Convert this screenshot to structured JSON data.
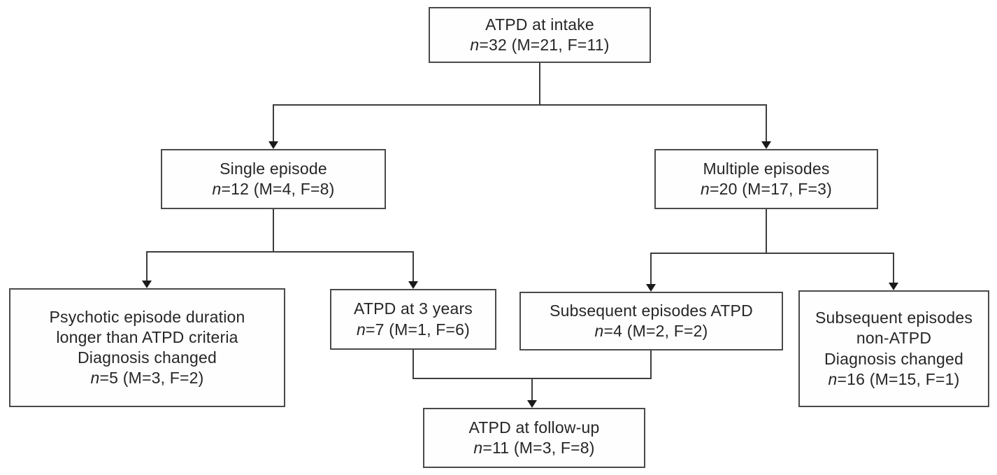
{
  "diagram": {
    "type": "flowchart",
    "colors": {
      "background": "#ffffff",
      "box_border": "#4a4a4a",
      "connector_line": "#3d3d3d",
      "arrowhead": "#1a1a1a",
      "text": "#262626"
    },
    "nodes": {
      "intake": {
        "line1": "ATPD at intake",
        "n_symbol": "n",
        "stats": "=32 (M=21, F=11)"
      },
      "single": {
        "line1": "Single episode",
        "n_symbol": "n",
        "stats": "=12 (M=4, F=8)"
      },
      "multiple": {
        "line1": "Multiple episodes",
        "n_symbol": "n",
        "stats": "=20 (M=17, F=3)"
      },
      "duration": {
        "line1": "Psychotic episode duration",
        "line2": "longer than ATPD criteria",
        "line3": "Diagnosis changed",
        "n_symbol": "n",
        "stats": "=5 (M=3, F=2)"
      },
      "three_years": {
        "line1": "ATPD at 3 years",
        "n_symbol": "n",
        "stats": "=7 (M=1, F=6)"
      },
      "subsequent_atpd": {
        "line1": "Subsequent episodes ATPD",
        "n_symbol": "n",
        "stats": "=4 (M=2, F=2)"
      },
      "subsequent_non_atpd": {
        "line1": "Subsequent episodes",
        "line2": "non-ATPD",
        "line3": "Diagnosis changed",
        "n_symbol": "n",
        "stats": "=16 (M=15, F=1)"
      },
      "follow_up": {
        "line1": "ATPD at follow-up",
        "n_symbol": "n",
        "stats": "=11 (M=3, F=8)"
      }
    },
    "edges": [
      "intake -> single",
      "intake -> multiple",
      "single -> duration",
      "single -> three_years",
      "multiple -> subsequent_atpd",
      "multiple -> subsequent_non_atpd",
      "three_years + subsequent_atpd -> follow_up"
    ]
  }
}
